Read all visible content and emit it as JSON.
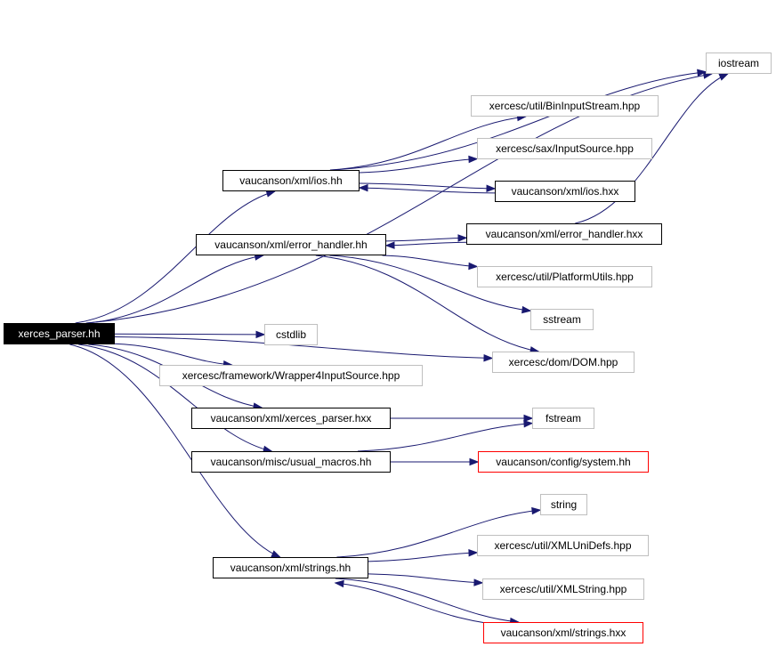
{
  "diagram": {
    "edge_color": "#191970",
    "nodes": {
      "xerces_parser_hh": {
        "label": "xerces_parser.hh",
        "kind": "root"
      },
      "iostream": {
        "label": "iostream",
        "kind": "external"
      },
      "bininputstream": {
        "label": "xercesc/util/BinInputStream.hpp",
        "kind": "external"
      },
      "inputsource": {
        "label": "xercesc/sax/InputSource.hpp",
        "kind": "external"
      },
      "ios_hh": {
        "label": "vaucanson/xml/ios.hh",
        "kind": "documented"
      },
      "ios_hxx": {
        "label": "vaucanson/xml/ios.hxx",
        "kind": "documented"
      },
      "error_handler_hh": {
        "label": "vaucanson/xml/error_handler.hh",
        "kind": "documented"
      },
      "error_handler_hxx": {
        "label": "vaucanson/xml/error_handler.hxx",
        "kind": "documented"
      },
      "platformutils": {
        "label": "xercesc/util/PlatformUtils.hpp",
        "kind": "external"
      },
      "sstream": {
        "label": "sstream",
        "kind": "external"
      },
      "cstdlib": {
        "label": "cstdlib",
        "kind": "external"
      },
      "dom": {
        "label": "xercesc/dom/DOM.hpp",
        "kind": "external"
      },
      "wrapper4": {
        "label": "xercesc/framework/Wrapper4InputSource.hpp",
        "kind": "external"
      },
      "xerces_parser_hxx": {
        "label": "vaucanson/xml/xerces_parser.hxx",
        "kind": "documented"
      },
      "fstream": {
        "label": "fstream",
        "kind": "external"
      },
      "usual_macros": {
        "label": "vaucanson/misc/usual_macros.hh",
        "kind": "documented"
      },
      "system_hh": {
        "label": "vaucanson/config/system.hh",
        "kind": "missing"
      },
      "string": {
        "label": "string",
        "kind": "external"
      },
      "xmlunidefs": {
        "label": "xercesc/util/XMLUniDefs.hpp",
        "kind": "external"
      },
      "strings_hh": {
        "label": "vaucanson/xml/strings.hh",
        "kind": "documented"
      },
      "xmlstring": {
        "label": "xercesc/util/XMLString.hpp",
        "kind": "external"
      },
      "strings_hxx": {
        "label": "vaucanson/xml/strings.hxx",
        "kind": "missing"
      }
    },
    "edges": [
      [
        "xerces_parser_hh",
        "iostream"
      ],
      [
        "xerces_parser_hh",
        "ios_hh"
      ],
      [
        "xerces_parser_hh",
        "error_handler_hh"
      ],
      [
        "xerces_parser_hh",
        "dom"
      ],
      [
        "xerces_parser_hh",
        "cstdlib"
      ],
      [
        "xerces_parser_hh",
        "wrapper4"
      ],
      [
        "xerces_parser_hh",
        "xerces_parser_hxx"
      ],
      [
        "xerces_parser_hh",
        "usual_macros"
      ],
      [
        "xerces_parser_hh",
        "strings_hh"
      ],
      [
        "ios_hh",
        "iostream"
      ],
      [
        "ios_hh",
        "bininputstream"
      ],
      [
        "ios_hh",
        "inputsource"
      ],
      [
        "ios_hh",
        "ios_hxx"
      ],
      [
        "ios_hxx",
        "ios_hh"
      ],
      [
        "error_handler_hh",
        "platformutils"
      ],
      [
        "error_handler_hh",
        "sstream"
      ],
      [
        "error_handler_hh",
        "dom"
      ],
      [
        "error_handler_hh",
        "error_handler_hxx"
      ],
      [
        "error_handler_hxx",
        "error_handler_hh"
      ],
      [
        "error_handler_hxx",
        "iostream"
      ],
      [
        "xerces_parser_hxx",
        "fstream"
      ],
      [
        "usual_macros",
        "system_hh"
      ],
      [
        "usual_macros",
        "fstream"
      ],
      [
        "strings_hh",
        "string"
      ],
      [
        "strings_hh",
        "xmlunidefs"
      ],
      [
        "strings_hh",
        "xmlstring"
      ],
      [
        "strings_hh",
        "strings_hxx"
      ],
      [
        "strings_hxx",
        "strings_hh"
      ]
    ]
  }
}
